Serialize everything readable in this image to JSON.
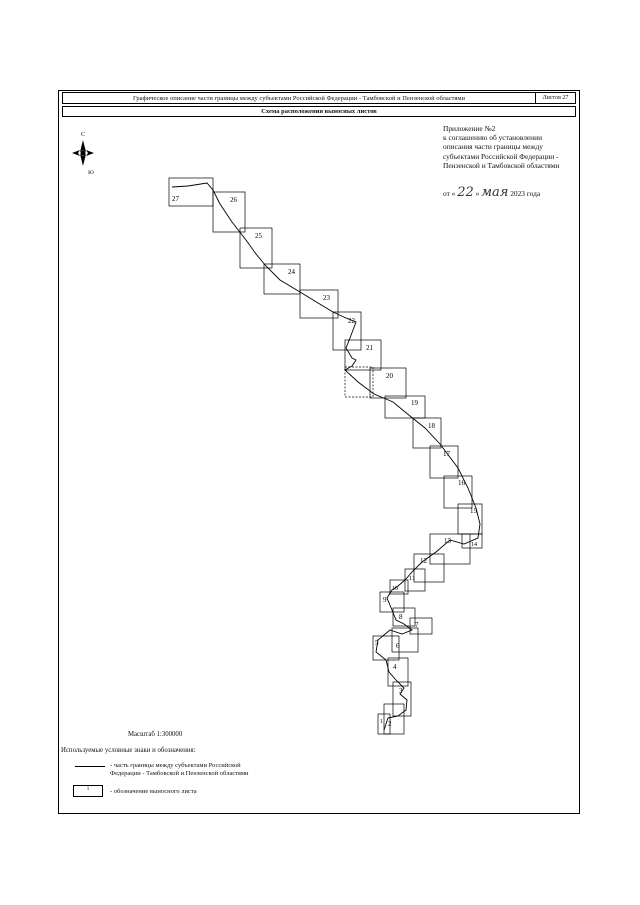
{
  "header": {
    "title": "Графическое описание части границы между субъектами Российской Федерации - Тамбовской и Пензенской областями",
    "sheet": "Листов 27"
  },
  "subheader": "Схема расположения выносных листов",
  "appendix": {
    "lines": [
      "Приложение №2",
      "к соглашению об установлении",
      "описания части границы между",
      "субъектами Российской Федерации -",
      "Пензенской и Тамбовской областями"
    ],
    "date_prefix": "от «",
    "date_day": "22",
    "date_mid": "»",
    "date_month": "мая",
    "date_suffix": "2023 года"
  },
  "compass": {
    "north": "С",
    "south": "Ю",
    "icon": "compass-rose-icon"
  },
  "scale": "Масштаб 1:300000",
  "legend": {
    "title": "Используемые условные знаки и обозначения:",
    "boundary": "- часть границы между субъектами Российской Федерации - Тамбовской и Пензенской областями",
    "sheet_box_label": "1",
    "sheet_desc": "- обозначение выносного листа"
  },
  "sheets": [
    "1",
    "2",
    "3",
    "4",
    "5",
    "6",
    "7",
    "8",
    "9",
    "10",
    "11",
    "12",
    "13",
    "14",
    "15",
    "16",
    "17",
    "18",
    "19",
    "20",
    "21",
    "22",
    "23",
    "24",
    "25",
    "26",
    "27"
  ]
}
